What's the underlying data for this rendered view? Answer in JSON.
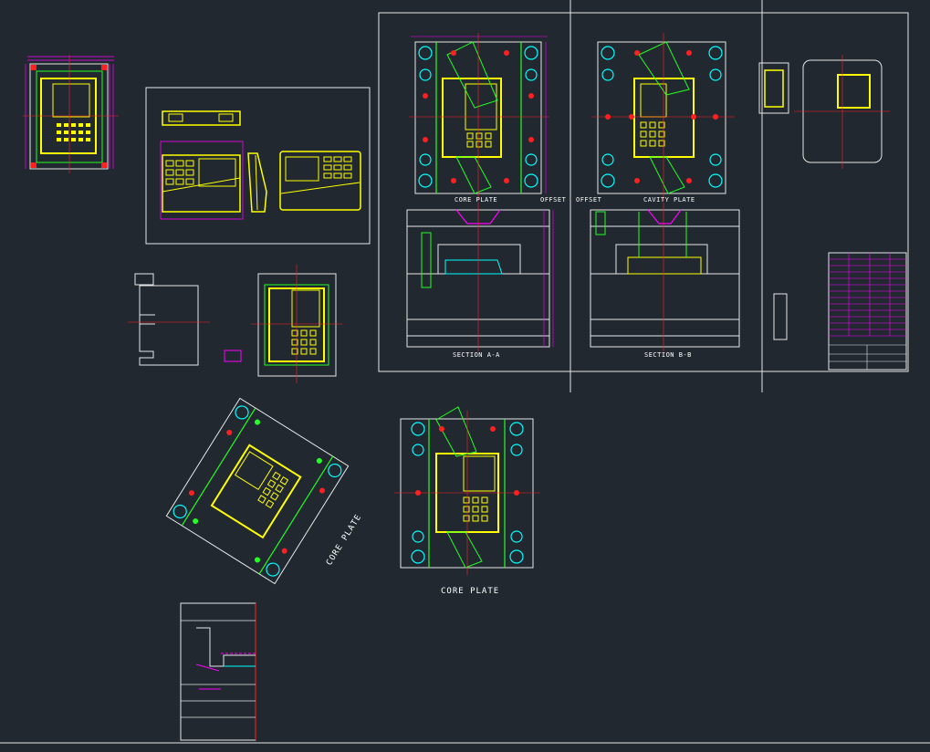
{
  "drawing": {
    "background": "#212830",
    "colors": {
      "white": "#e6e6e6",
      "yellow": "#ffff00",
      "magenta": "#ff00ff",
      "cyan": "#00ffff",
      "green": "#22ff22",
      "red": "#ff2020",
      "gray": "#9aa0a6"
    },
    "labels": {
      "core_plate_top": "CORE PLATE",
      "offset_right": "OFFSET",
      "offset_left": "OFFSET",
      "cavity_plate": "CAVITY PLATE",
      "section_a": "SECTION A-A",
      "section_b": "SECTION B-B",
      "core_plate_rotated": "CORE PLATE",
      "core_plate_bottom": "CORE PLATE"
    }
  }
}
